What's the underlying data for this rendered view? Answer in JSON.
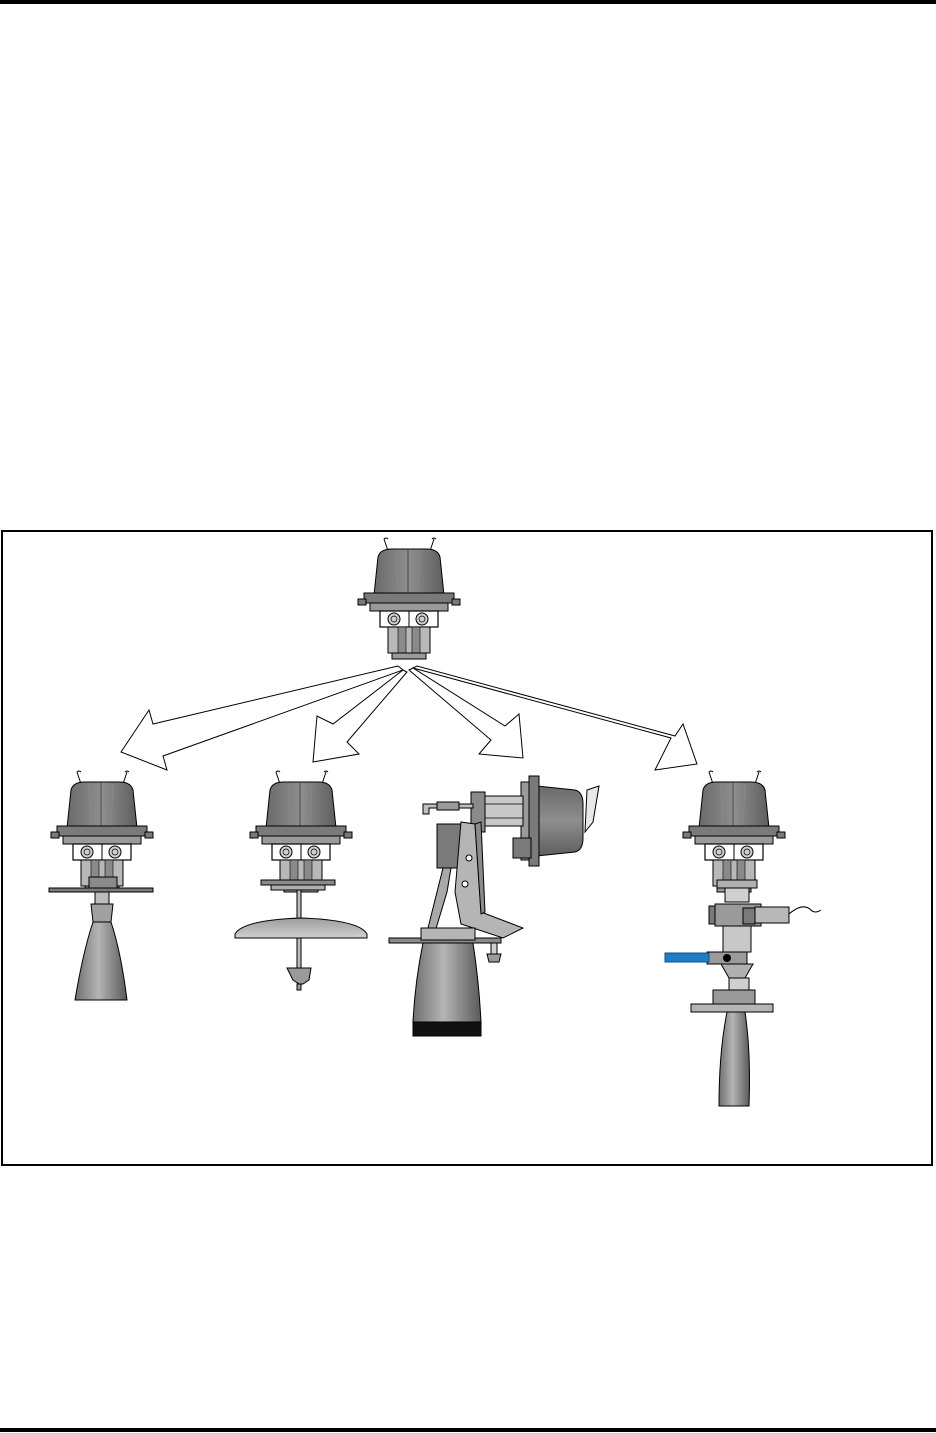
{
  "page": {
    "header_rule": "top-rule",
    "footer_rule": "bottom-rule"
  },
  "figure": {
    "description_items": [
      "transmitter-head",
      "horn-antenna-variant",
      "parabolic-antenna-variant",
      "angled-bracket-variant",
      "valve-mounted-variant"
    ],
    "colors": {
      "housing": "#7d7d7d",
      "housing_dark": "#5e5e5e",
      "housing_light": "#a9a9a9",
      "outline": "#000000",
      "valve_handle": "#1f7cc7",
      "horn_black_band": "#111111"
    }
  }
}
